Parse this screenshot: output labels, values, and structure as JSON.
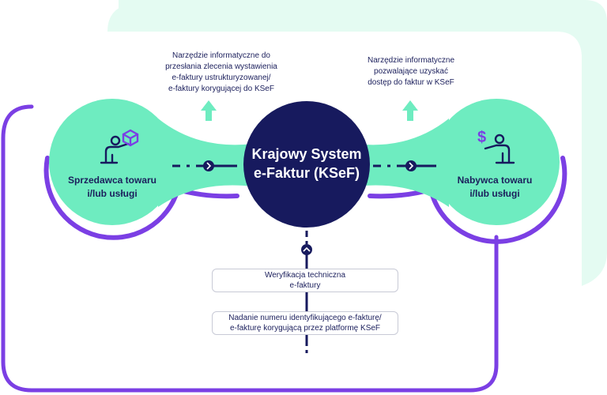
{
  "center": {
    "title_line1": "Krajowy System",
    "title_line2": "e-Faktur (KSeF)"
  },
  "seller": {
    "label_line1": "Sprzedawca towaru",
    "label_line2": "i/lub usługi",
    "icon": "person-presenting-box-icon"
  },
  "buyer": {
    "label_line1": "Nabywca towaru",
    "label_line2": "i/lub usługi",
    "icon": "person-dollar-icon"
  },
  "notes": {
    "left": [
      "Narzędzie informatyczne do",
      "przesłania zlecenia wystawienia",
      "e-faktury ustrukturyzowanej/",
      "e-faktury korygującej do KSeF"
    ],
    "right": [
      "Narzędzie informatyczne",
      "pozwalające uzyskać",
      "dostęp do faktur w KSeF"
    ]
  },
  "steps": {
    "verify": [
      "Weryfikacja techniczna",
      "e-faktury"
    ],
    "number": [
      "Nadanie numeru identyfikującego e-fakturę/",
      "e-fakturę korygującą przez platformę KSeF"
    ]
  },
  "colors": {
    "mint": "#6eecc0",
    "mint_light": "#e4fbf2",
    "navy": "#171a5e",
    "purple": "#7b3fe4",
    "text": "#1b1f5c"
  }
}
